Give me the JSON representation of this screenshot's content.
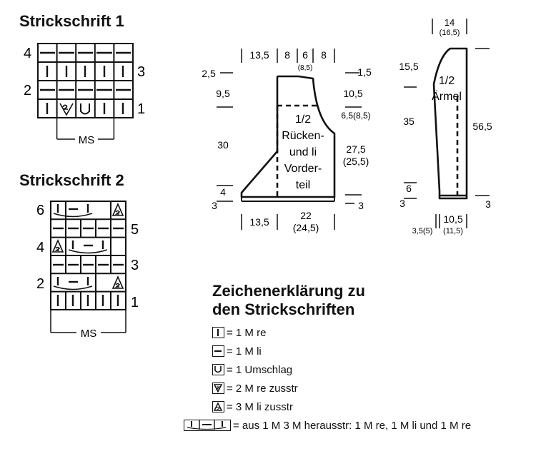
{
  "chart1": {
    "title": "Strickschrift 1",
    "row_numbers": [
      "4",
      "3",
      "2",
      "1"
    ],
    "ms_label": "MS"
  },
  "chart2": {
    "title": "Strickschrift 2",
    "row_numbers": [
      "6",
      "5",
      "4",
      "3",
      "2",
      "1"
    ],
    "ms_label": "MS"
  },
  "body_schematic": {
    "label_lines": [
      "1/2",
      "Rücken-",
      "und li",
      "Vorder-",
      "teil"
    ],
    "top_dims": [
      "13,5",
      "8",
      "6",
      "(8,5)",
      "8"
    ],
    "left_dims": [
      "2,5",
      "9,5",
      "30",
      "4",
      "3"
    ],
    "right_dims": [
      "1,5",
      "10,5",
      "6,5(8,5)",
      "27,5",
      "(25,5)",
      "3"
    ],
    "bottom_dims": [
      "13,5",
      "22",
      "(24,5)"
    ]
  },
  "sleeve_schematic": {
    "label_lines": [
      "1/2",
      "Ärmel"
    ],
    "top_dims": [
      "14",
      "(16,5)"
    ],
    "left_dims": [
      "15,5",
      "35",
      "6",
      "3"
    ],
    "right_dims": [
      "56,5",
      "3"
    ],
    "bottom_dims": [
      "3,5(5)",
      "10,5",
      "(11,5)"
    ]
  },
  "legend": {
    "title_line1": "Zeichenerklärung zu",
    "title_line2": "den Strickschriften",
    "items": [
      {
        "symbol": "knit-icon",
        "text": "= 1 M re"
      },
      {
        "symbol": "purl-icon",
        "text": "= 1 M li"
      },
      {
        "symbol": "yarn-over-icon",
        "text": "= 1 Umschlag"
      },
      {
        "symbol": "k2tog-icon",
        "text": "= 2 M re zusstr"
      },
      {
        "symbol": "p3tog-icon",
        "text": "= 3 M li zusstr"
      },
      {
        "symbol": "increase-3-from-1-icon",
        "text": "= aus 1 M 3 M herausstr: 1 M re, 1 M li und 1 M re"
      }
    ]
  }
}
